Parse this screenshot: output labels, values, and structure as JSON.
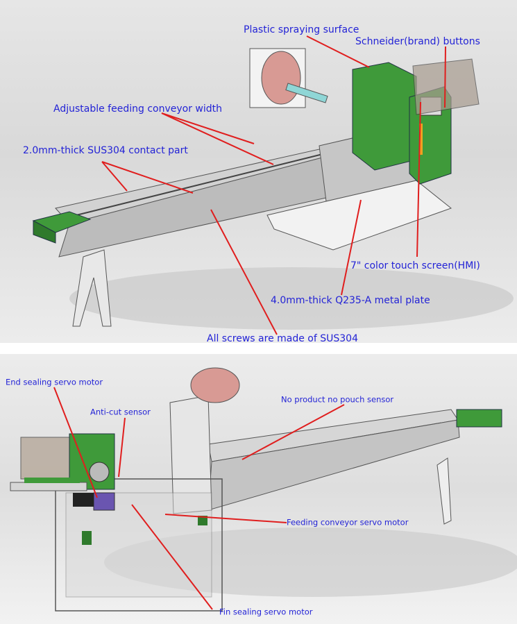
{
  "top_panel": {
    "labels": {
      "plastic_spraying": "Plastic spraying surface",
      "schneider_buttons": "Schneider(brand) buttons",
      "adjustable_width": "Adjustable feeding conveyor width",
      "contact_part": "2.0mm-thick SUS304 contact part",
      "touch_screen": "7\" color touch screen(HMI)",
      "metal_plate": "4.0mm-thick Q235-A metal plate",
      "screws": "All screws are made of SUS304"
    }
  },
  "bottom_panel": {
    "labels": {
      "end_sealing": "End sealing servo motor",
      "anti_cut": "Anti-cut sensor",
      "no_product": "No product no pouch sensor",
      "feeding_servo": "Feeding conveyor servo motor",
      "fin_sealing": "Fin sealing servo motor"
    }
  },
  "colors": {
    "label": "#2323d6",
    "leader": "#e01e1e",
    "machine_green": "#3f9a3a",
    "steel": "#c9c9c9",
    "film_roll": "#d89a94"
  }
}
